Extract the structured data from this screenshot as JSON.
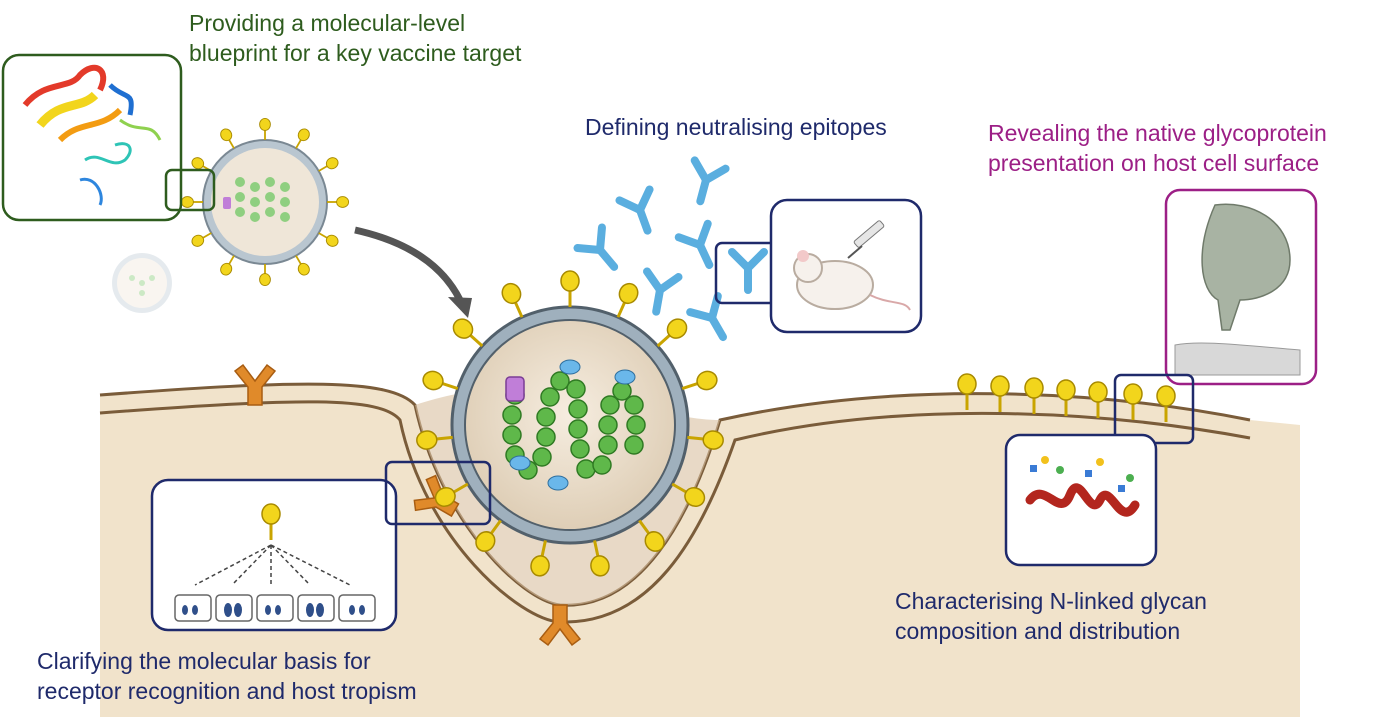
{
  "captions": {
    "blueprint": {
      "line1": "Providing a molecular-level",
      "line2": "blueprint for a key vaccine target"
    },
    "epitopes": {
      "line1": "Defining neutralising epitopes"
    },
    "native": {
      "line1": "Revealing the native glycoprotein",
      "line2": "presentation on host cell surface"
    },
    "glycan": {
      "line1": "Characterising N-linked glycan",
      "line2": "composition and distribution"
    },
    "receptor": {
      "line1": "Clarifying the molecular basis for",
      "line2": "receptor recognition and host tropism"
    }
  },
  "colors": {
    "blueprint": "#2e5c1e",
    "epitopes": "#1f2a6b",
    "native": "#9c1f86",
    "glycan": "#1f2a6b",
    "receptor": "#1f2a6b",
    "spike": "#f2d51c",
    "receptor_protein": "#e08a2a",
    "rna_bead": "#5fb84a",
    "antibody": "#5aaedf",
    "cell_surface": "#f1e3cb"
  },
  "icons": [
    "virus-particle",
    "protein-structure",
    "antibody",
    "mouse-with-syringe",
    "glycoprotein-density",
    "glycan-chain",
    "receptor-y-shape",
    "binding-assay-wells",
    "arrow-curved"
  ]
}
